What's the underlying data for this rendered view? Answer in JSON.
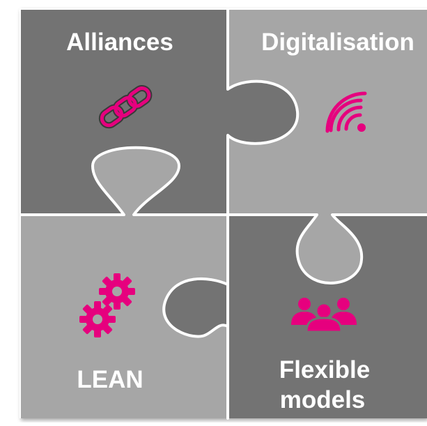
{
  "colors": {
    "dark_piece": "#737373",
    "light_piece": "#a6a6a6",
    "seam": "#ffffff",
    "accent": "#e6007e"
  },
  "pieces": {
    "top_left": {
      "label": "Alliances",
      "shade": "dark",
      "icon": "chain-link-icon"
    },
    "top_right": {
      "label": "Digitalisation",
      "shade": "light",
      "icon": "wifi-signal-icon"
    },
    "bottom_left": {
      "label": "LEAN",
      "shade": "light",
      "icon": "gears-icon"
    },
    "bottom_right": {
      "label_line1": "Flexible",
      "label_line2": "models",
      "shade": "dark",
      "icon": "people-group-icon"
    }
  }
}
